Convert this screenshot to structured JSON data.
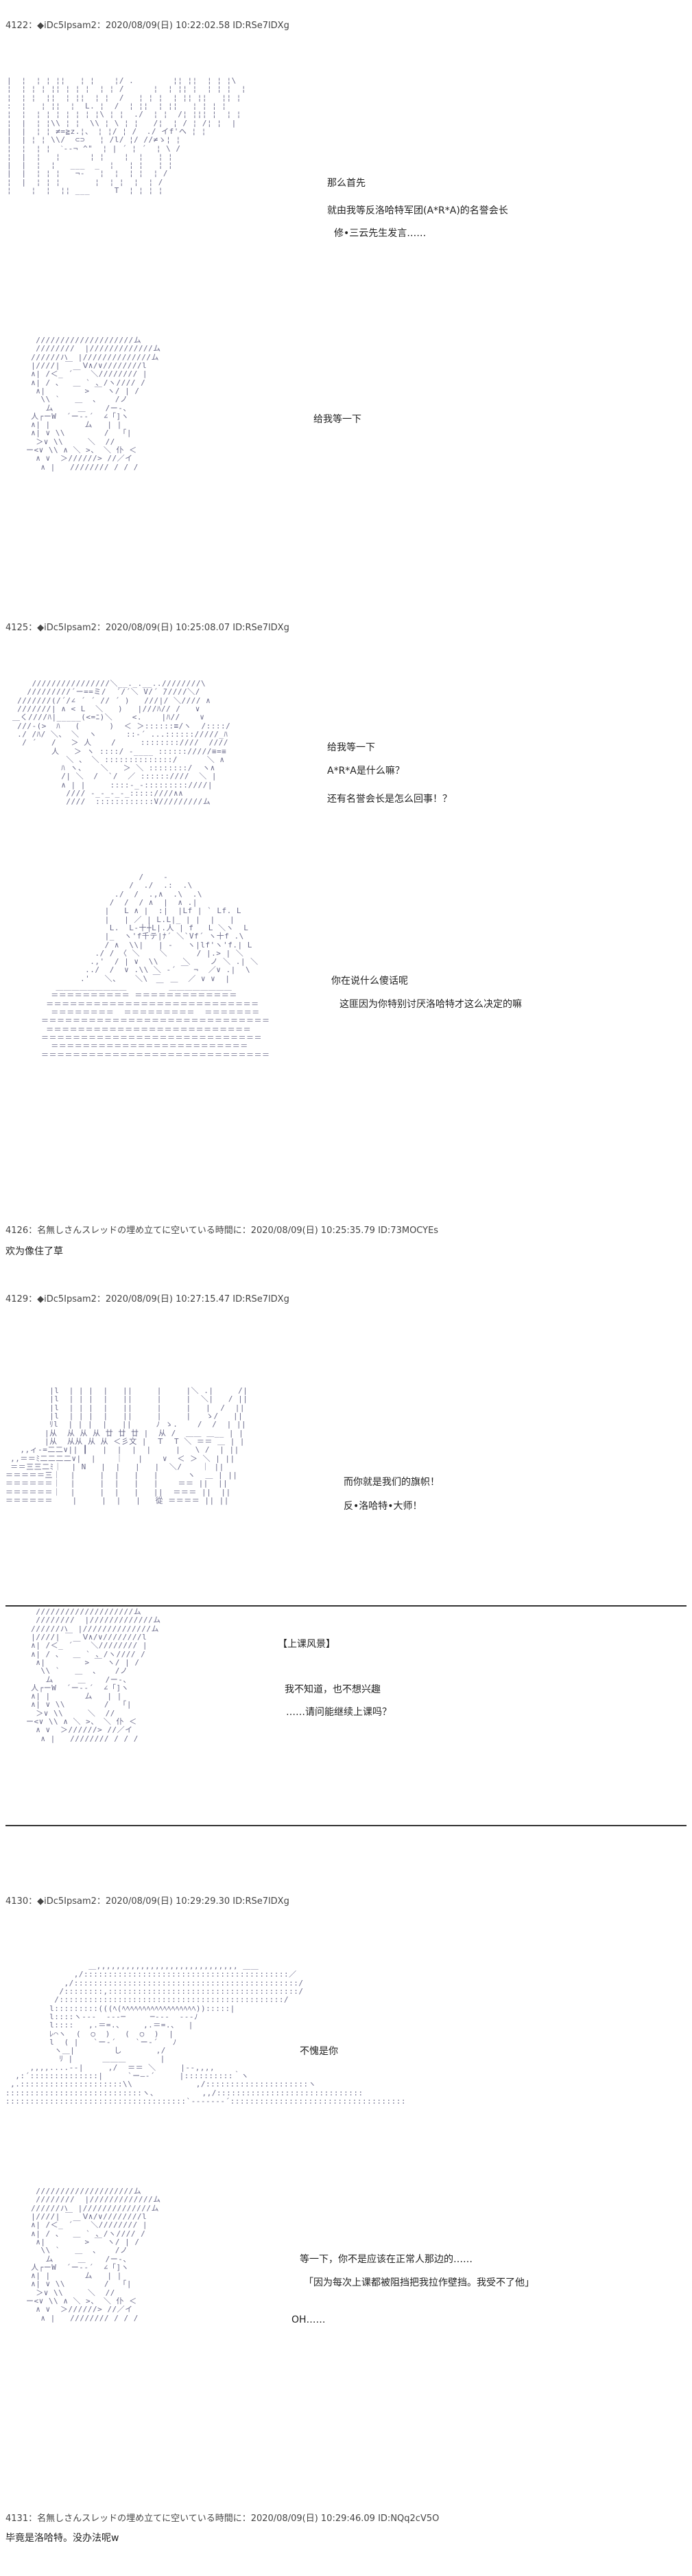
{
  "posts": [
    {
      "header": "4122：◆iDc5Ipsam2：2020/08/09(日) 10:22:02.58 ID:RSe7lDXg",
      "lines": [
        "那么首先",
        "就由我等反洛哈特军团(A*R*A)的名誉会长",
        "修•三云先生发言……"
      ]
    },
    {
      "header": "4125：◆iDc5Ipsam2：2020/08/09(日) 10:25:08.07 ID:RSe7lDXg",
      "lines": [
        "给我等一下",
        "A*R*A是什么嘛？",
        "还有名誉会长是怎么回事！？",
        "你在说什么傻话呢",
        "这匪因为你特别讨厌洛哈特才这么决定的嘛"
      ]
    },
    {
      "header": "4126：名無しさんスレッドの埋め立てに空いている時間に：2020/08/09(日) 10:25:35.79 ID:73MOCYEs",
      "body": "欢为像住了草"
    },
    {
      "header": "4129：◆iDc5Ipsam2：2020/08/09(日) 10:27:15.47 ID:RSe7lDXg",
      "lines": [
        "而你就是我们的旗帜！",
        "反•洛哈特•大师！",
        "【上课风景】",
        "我不知道，也不想兴趣",
        "……请问能继续上课吗？"
      ]
    },
    {
      "header": "4130：◆iDc5Ipsam2：2020/08/09(日) 10:29:29.30 ID:RSe7lDXg",
      "lines": [
        "不愧是你",
        "等一下，你不是应该在正常人那边的……",
        "「因为每次上课都被阻挡把我拉作壁挡。我受不了他」",
        "OH……"
      ]
    },
    {
      "header": "4131：名無しさんスレッドの埋め立てに空いている時間に：2020/08/09(日) 10:29:46.09 ID:NQq2cV5O",
      "body": "毕竟是洛哈特。没办法呢w"
    }
  ]
}
